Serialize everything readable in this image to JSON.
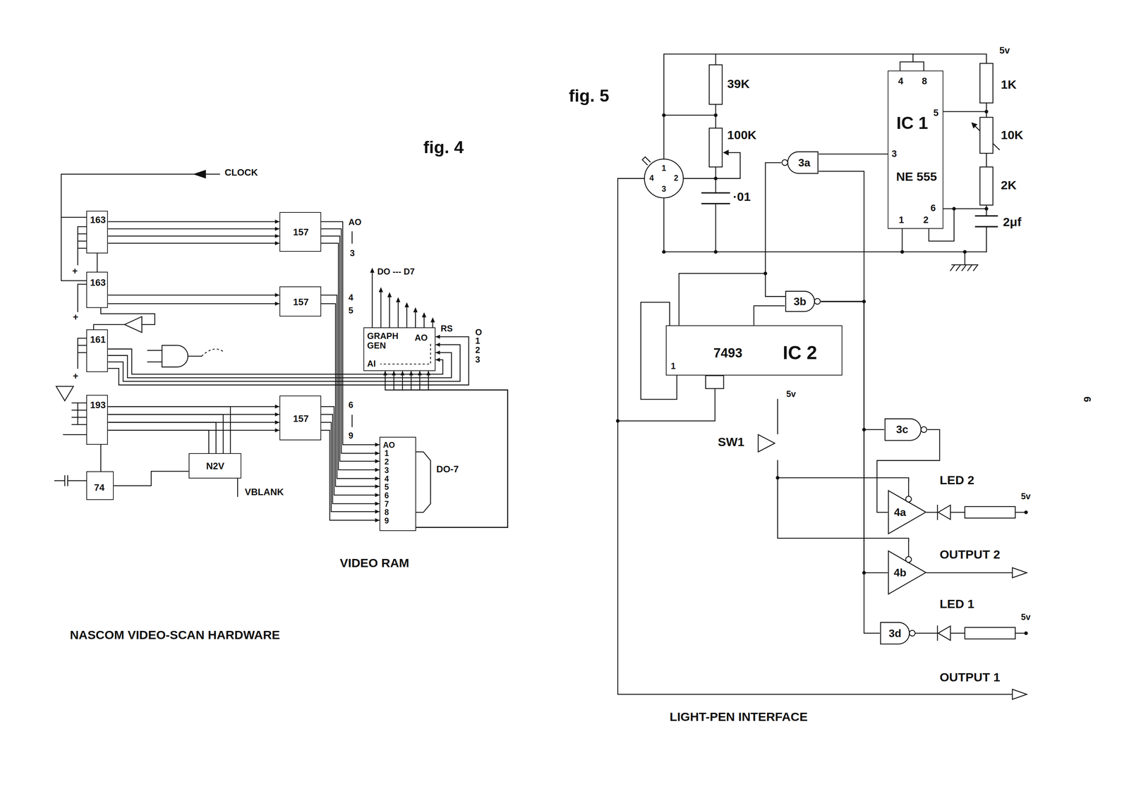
{
  "diagram": {
    "nodes": [
      {
        "text": [
          "163"
        ]
      },
      {
        "text": [
          "163"
        ]
      },
      {
        "text": [
          "161"
        ]
      },
      {
        "text": [
          "193"
        ]
      },
      {
        "text": [
          "74"
        ]
      },
      {
        "text": [
          "N2V"
        ]
      },
      {
        "text": [
          "157"
        ]
      },
      {
        "text": [
          "157"
        ]
      },
      {
        "text": [
          "157"
        ]
      },
      {
        "text": [
          "GRAPH GEN",
          "AO",
          "AI"
        ]
      },
      {
        "text": [
          "AO",
          "1",
          "2",
          "3",
          "4",
          "5",
          "6",
          "7",
          "8",
          "9"
        ]
      },
      {
        "text": [
          "4",
          "8",
          "IC 1",
          "5",
          "3",
          "NE 555",
          "6",
          "1",
          "2"
        ]
      },
      {
        "text": [
          "3a"
        ]
      },
      {
        "text": [
          "7493",
          "IC 2",
          "1"
        ]
      },
      {
        "text": [
          "3b"
        ]
      },
      {
        "text": [
          "3c"
        ]
      },
      {
        "text": [
          "4a"
        ]
      },
      {
        "text": [
          "4b"
        ]
      },
      {
        "text": [
          "3d"
        ]
      }
    ],
    "edges": [
      {
        "from": 0,
        "to": 6,
        "arrow": "to"
      },
      {
        "from": 1,
        "to": 7,
        "arrow": "to"
      },
      {
        "from": 3,
        "to": 8,
        "arrow": "to"
      },
      {
        "from": 0,
        "to": 1,
        "arrow": "none"
      },
      {
        "from": 3,
        "to": 5,
        "arrow": "none"
      },
      {
        "from": 4,
        "to": 3,
        "arrow": "none"
      },
      {
        "from": 5,
        "to": 4,
        "arrow": "none"
      },
      {
        "from": 6,
        "to": 10,
        "arrow": "to"
      },
      {
        "from": 7,
        "to": 10,
        "arrow": "to"
      },
      {
        "from": 8,
        "to": 10,
        "arrow": "to"
      },
      {
        "from": 10,
        "to": 9,
        "arrow": "to"
      },
      {
        "from": 2,
        "to": 9,
        "arrow": "to"
      },
      {
        "from": 11,
        "to": 12,
        "arrow": "none"
      },
      {
        "from": 12,
        "to": 13,
        "arrow": "none"
      },
      {
        "from": 13,
        "to": 14,
        "arrow": "none"
      },
      {
        "from": 14,
        "to": 12,
        "arrow": "none"
      },
      {
        "from": 14,
        "to": 15,
        "arrow": "none"
      },
      {
        "from": 14,
        "to": 17,
        "arrow": "none"
      },
      {
        "from": 14,
        "to": 18,
        "arrow": "none"
      },
      {
        "from": 15,
        "to": 16,
        "arrow": "none"
      }
    ],
    "labels": [
      "CLOCK",
      "fig. 4",
      "+",
      "+",
      "+",
      "AO",
      "3",
      "4",
      "5",
      "6",
      "9",
      "DO --- D7",
      "RS",
      "O",
      "1",
      "2",
      "3",
      "DO-7",
      "VBLANK",
      "VIDEO RAM",
      "NASCOM VIDEO-SCAN HARDWARE",
      "fig. 5",
      "5v",
      "39K",
      "100K",
      "1",
      "2",
      "3",
      "4",
      "·01",
      "1K",
      "10K",
      "2K",
      "2μf",
      "5v",
      "SW1",
      "LED 2",
      "5v",
      "OUTPUT 2",
      "LED 1",
      "5v",
      "OUTPUT 1",
      "LIGHT-PEN INTERFACE",
      "6"
    ]
  }
}
